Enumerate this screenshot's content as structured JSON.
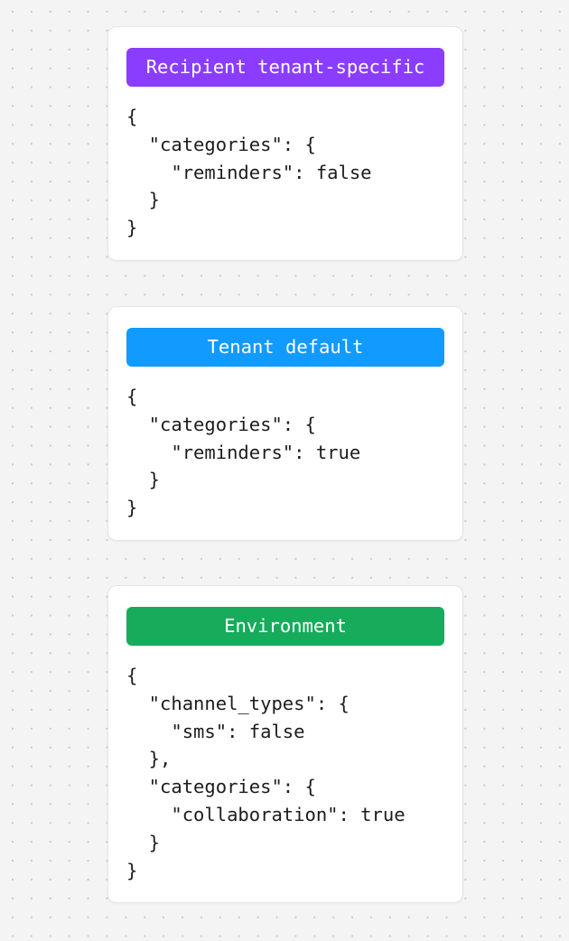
{
  "background": {
    "color": "#f4f4f5",
    "dot_color": "#c9c9cd",
    "pattern": "dot-grid"
  },
  "cards": [
    {
      "name": "recipient-tenant-specific",
      "badge_label": "Recipient tenant-specific",
      "badge_color": "#8b3dff",
      "badge_text_color": "#ffffff",
      "json_body": "{\n  \"categories\": {\n    \"reminders\": false\n  }\n}"
    },
    {
      "name": "tenant-default",
      "badge_label": "Tenant default",
      "badge_color": "#119aff",
      "badge_text_color": "#ffffff",
      "json_body": "{\n  \"categories\": {\n    \"reminders\": true\n  }\n}"
    },
    {
      "name": "environment",
      "badge_label": "Environment",
      "badge_color": "#16ac5b",
      "badge_text_color": "#ffffff",
      "json_body": "{\n  \"channel_types\": {\n    \"sms\": false\n  },\n  \"categories\": {\n    \"collaboration\": true\n  }\n}"
    }
  ]
}
